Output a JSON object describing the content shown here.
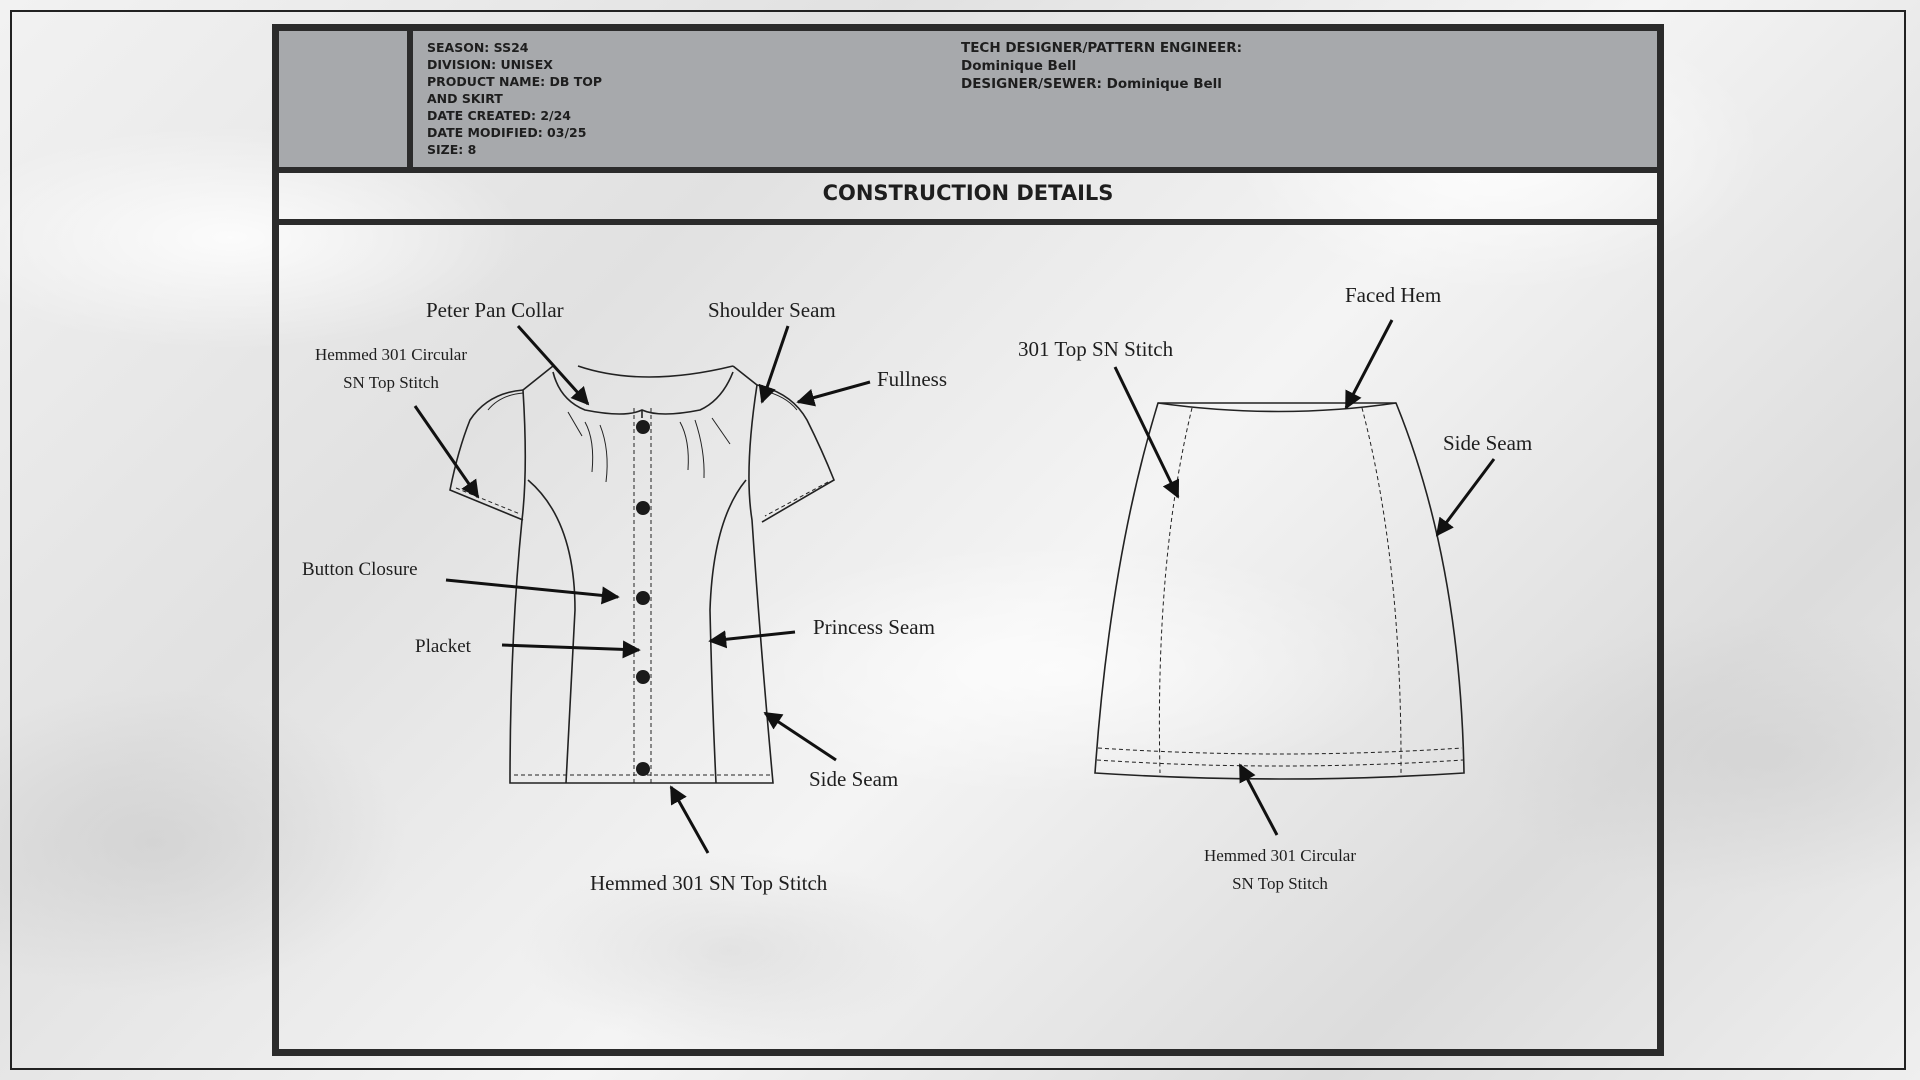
{
  "header": {
    "season": "SEASON: SS24",
    "division": "DIVISION: UNISEX",
    "product_name_line1": "PRODUCT NAME: DB TOP",
    "product_name_line2": "AND SKIRT",
    "date_created": "DATE CREATED: 2/24",
    "date_modified": "DATE MODIFIED: 03/25",
    "size": "SIZE: 8",
    "tech_designer_label": "TECH DESIGNER/PATTERN ENGINEER:",
    "tech_designer_name": "Dominique Bell",
    "designer_sewer": "DESIGNER/SEWER: Dominique Bell"
  },
  "title": "CONSTRUCTION DETAILS",
  "top_labels": {
    "peter_pan_collar": "Peter Pan Collar",
    "shoulder_seam": "Shoulder Seam",
    "hemmed_sleeve_line1": "Hemmed 301 Circular",
    "hemmed_sleeve_line2": "SN Top Stitch",
    "fullness": "Fullness",
    "button_closure": "Button Closure",
    "placket": "Placket",
    "princess_seam": "Princess Seam",
    "side_seam": "Side Seam",
    "hemmed_top": "Hemmed 301 SN Top Stitch"
  },
  "skirt_labels": {
    "top_stitch": "301 Top SN Stitch",
    "faced_hem": "Faced Hem",
    "side_seam": "Side Seam",
    "hemmed_line1": "Hemmed 301 Circular",
    "hemmed_line2": "SN Top Stitch"
  }
}
